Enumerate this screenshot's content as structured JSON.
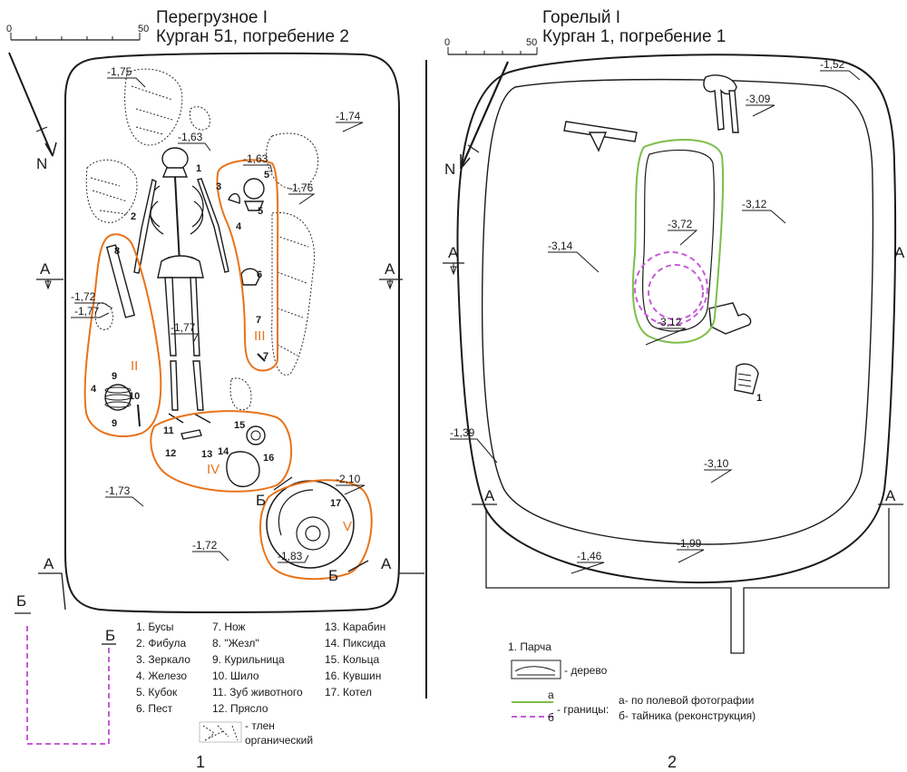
{
  "panel1": {
    "title_line1": "Перегрузное I",
    "title_line2": "Курган 51, погребение 2",
    "scale_start": "0",
    "scale_end": "50",
    "north": "N",
    "section_a": "А",
    "section_b": "Б",
    "depths": [
      "-1,75",
      "-1,63",
      "-1,63",
      "-1,74",
      "-1,76",
      "-1,72",
      "-1,77",
      "-1,77",
      "-1,73",
      "-1,72",
      "-2,10",
      "-1,83"
    ],
    "find_numbers": [
      "1",
      "2",
      "3",
      "4",
      "5",
      "5",
      "6",
      "7",
      "7",
      "8",
      "9",
      "9",
      "4",
      "10",
      "11",
      "12",
      "13",
      "14",
      "15",
      "16",
      "17"
    ],
    "zones": [
      "II",
      "III",
      "IV",
      "V"
    ],
    "legend": [
      "1. Бусы",
      "2. Фибула",
      "3. Зеркало",
      "4. Железо",
      "5. Кубок",
      "6. Пест",
      "7. Нож",
      "8. \"Жезл\"",
      "9. Курильница",
      "10. Шило",
      "11. Зуб животного",
      "12. Прясло",
      "13. Карабин",
      "14. Пиксида",
      "15. Кольца",
      "16. Кувшин",
      "17. Котел"
    ],
    "organic_label_1": "- тлен",
    "organic_label_2": "органический",
    "panel_number": "1"
  },
  "panel2": {
    "title_line1": "Горелый I",
    "title_line2": "Курган 1, погребение 1",
    "scale_start": "0",
    "scale_end": "50",
    "north": "N",
    "section_a": "А",
    "depths": [
      "-1,52",
      "-3,09",
      "-3,12",
      "-3,72",
      "-3,14",
      "-3,12",
      "-1,39",
      "-3,10",
      "-1,46",
      "-1,99"
    ],
    "find_number": "1",
    "legend_item": "1. Парча",
    "wood_label": "- дерево",
    "boundaries_prefix": "- границы:",
    "boundary_a_key": "а",
    "boundary_b_key": "б",
    "boundary_a_text": "а- по полевой фотографии",
    "boundary_b_text": "б- тайника (реконструкция)",
    "panel_number": "2"
  },
  "colors": {
    "ink": "#1a1a1a",
    "finds_outline": "#e8731a",
    "boundary_photo": "#7dbe4a",
    "boundary_cache": "#c65bd8"
  }
}
